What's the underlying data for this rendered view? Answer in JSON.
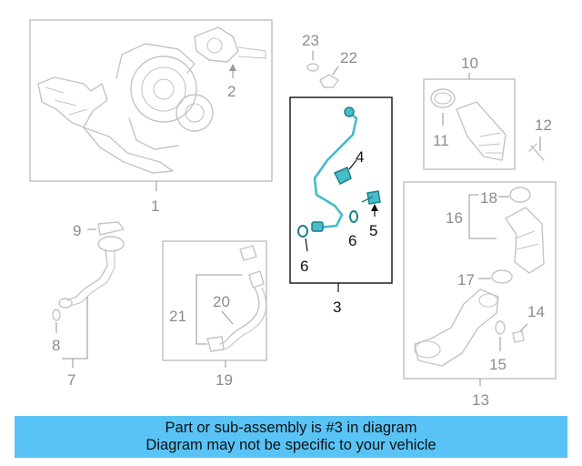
{
  "diagram": {
    "callouts": {
      "c1": "1",
      "c2": "2",
      "c3": "3",
      "c4": "4",
      "c5": "5",
      "c6a": "6",
      "c6b": "6",
      "c7": "7",
      "c8": "8",
      "c9": "9",
      "c10": "10",
      "c11": "11",
      "c12": "12",
      "c13": "13",
      "c14": "14",
      "c15": "15",
      "c16": "16",
      "c17": "17",
      "c18": "18",
      "c19": "19",
      "c20": "20",
      "c21": "21",
      "c22": "22",
      "c23": "23"
    },
    "highlight_color": "#48bcc9",
    "highlighted_group": "3"
  },
  "notice": {
    "line1": "Part or sub-assembly is #3 in diagram",
    "line2": "Diagram may not be specific to your vehicle",
    "background": "#59c3f5"
  }
}
